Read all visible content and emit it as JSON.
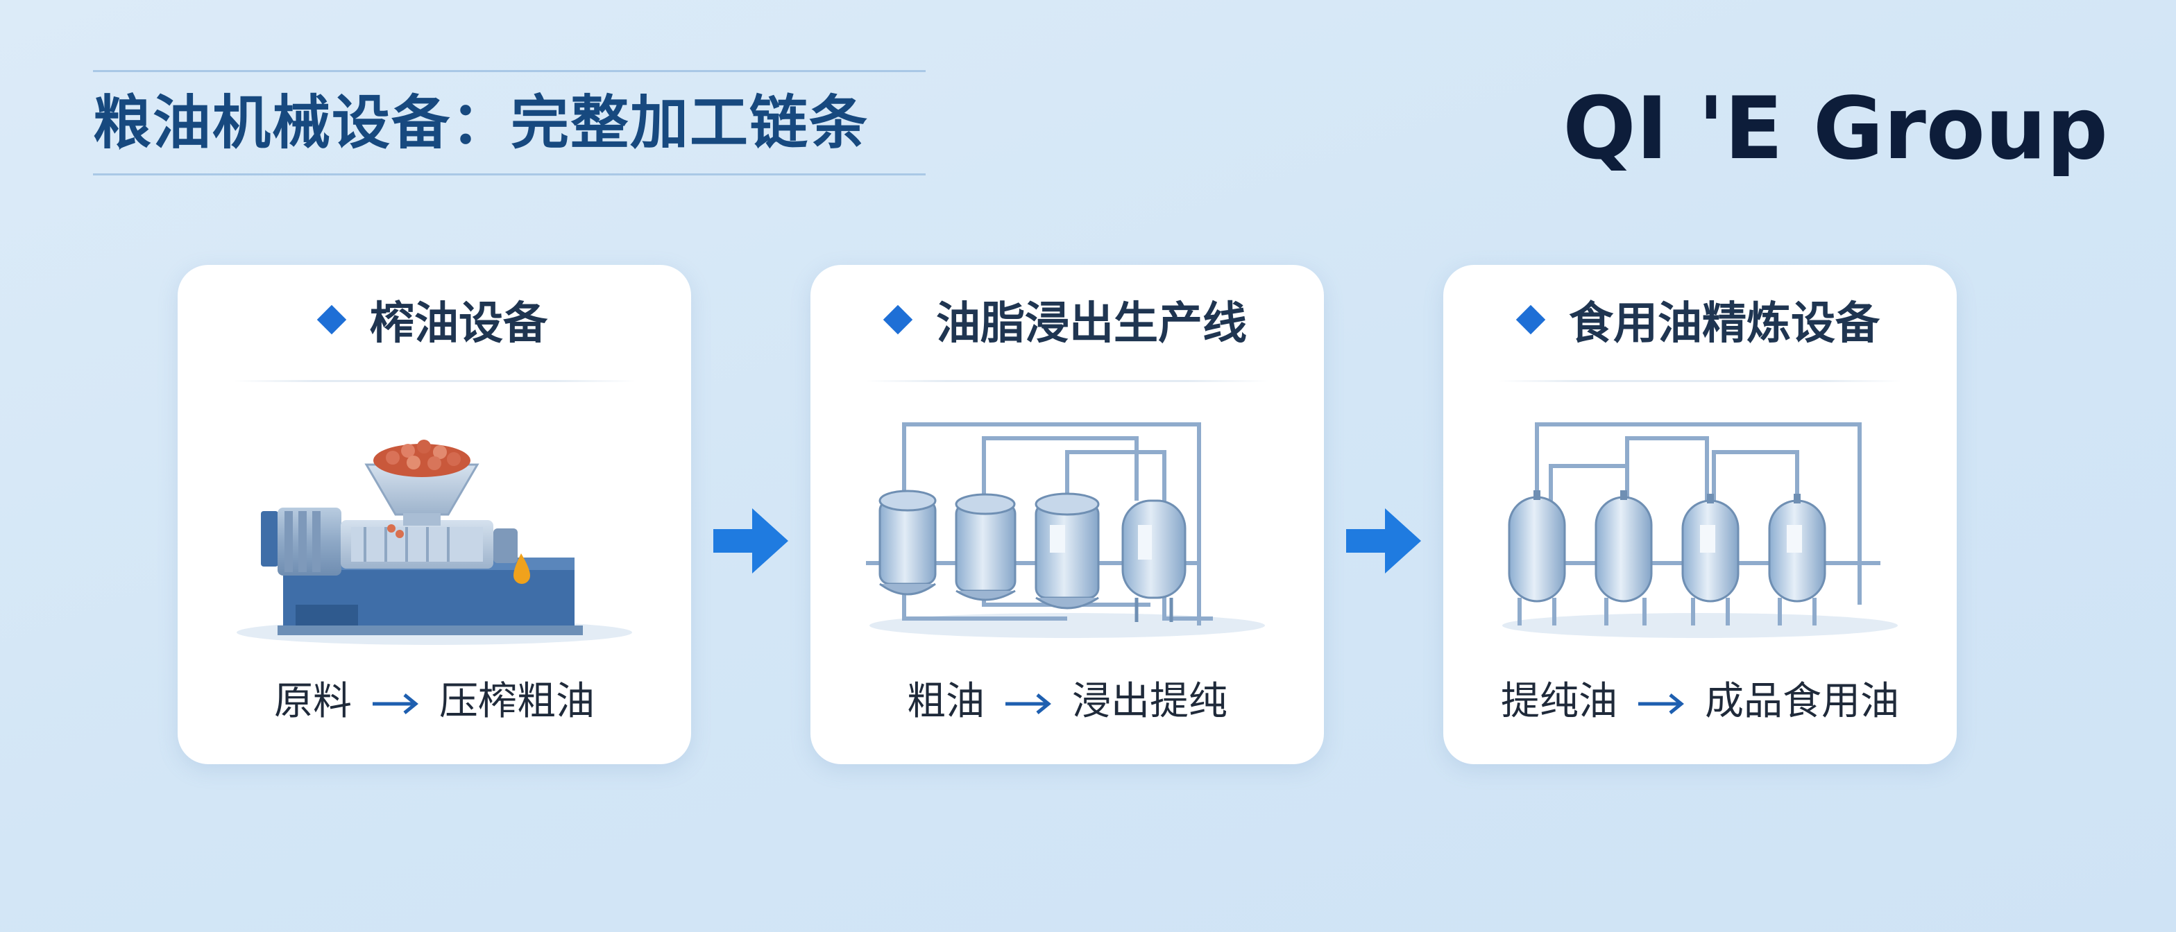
{
  "header": {
    "title": "粮油机械设备：完整加工链条",
    "brand": "QI 'E Group"
  },
  "stages": [
    {
      "title": "榨油设备",
      "from": "原料",
      "to": "压榨粗油",
      "illustration": "oil-press-machine"
    },
    {
      "title": "油脂浸出生产线",
      "from": "粗油",
      "to": "浸出提纯",
      "illustration": "extraction-tanks"
    },
    {
      "title": "食用油精炼设备",
      "from": "提纯油",
      "to": "成品食用油",
      "illustration": "refining-tanks"
    }
  ],
  "colors": {
    "background": "#d6e8f7",
    "title": "#17497f",
    "accent": "#1e6fd6",
    "brand": "#0d1d3a",
    "card": "#ffffff"
  }
}
